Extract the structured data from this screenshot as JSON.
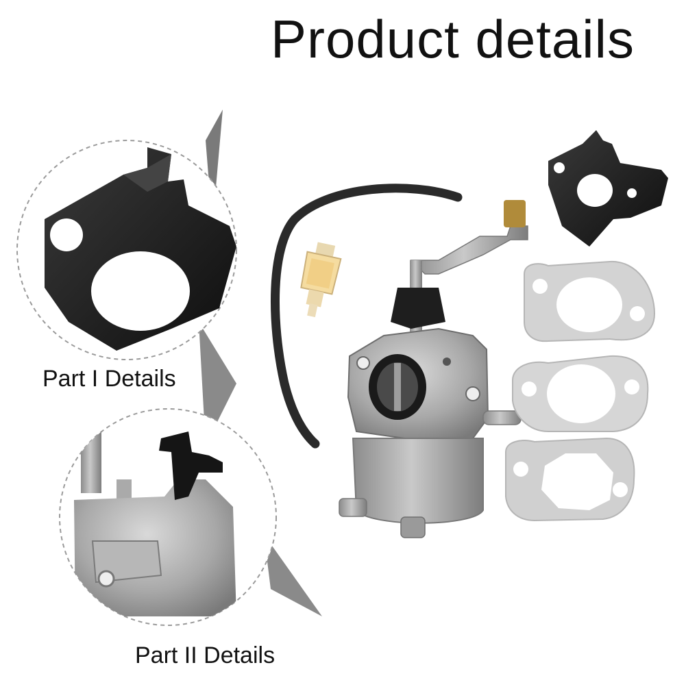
{
  "title": "Product details",
  "callouts": [
    {
      "label": "Part I Details"
    },
    {
      "label": "Part II Details"
    }
  ],
  "colors": {
    "background": "#ffffff",
    "plastic_black": "#1c1c1c",
    "gasket_gray": "#d3d3d3",
    "aluminum": "#9a9a9a",
    "hose": "#2a2a2a",
    "filter_yellow": "#f5dca0"
  }
}
